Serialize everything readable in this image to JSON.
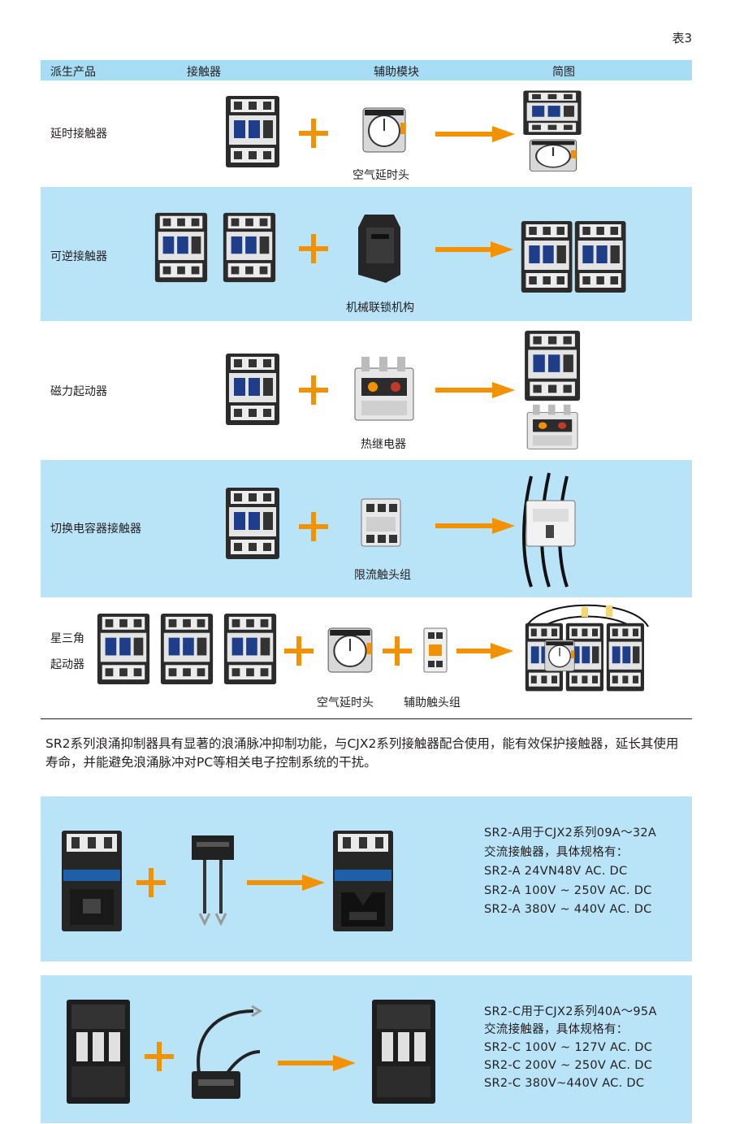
{
  "table_label": "表3",
  "header": {
    "col_product": "派生产品",
    "col_contactor": "接触器",
    "col_module": "辅助模块",
    "col_diagram": "简图"
  },
  "rows": [
    {
      "label": "延时接触器",
      "module_caption": "空气延时头"
    },
    {
      "label": "可逆接触器",
      "module_caption": "机械联锁机构"
    },
    {
      "label": "磁力起动器",
      "module_caption": "热继电器"
    },
    {
      "label": "切换电容器接触器",
      "module_caption": "限流触头组"
    },
    {
      "label_line1": "星三角",
      "label_line2": "起动器",
      "module_caption": "空气延时头",
      "module_caption_2": "辅助触头组"
    }
  ],
  "paragraph": "SR2系列浪涌抑制器具有显著的浪涌脉冲抑制功能，与CJX2系列接触器配合使用，能有效保护接触器，延长其使用寿命，并能避免浪涌脉冲对PC等相关电子控制系统的干扰。",
  "sr2a": {
    "lines": [
      "SR2-A用于CJX2系列09A～32A",
      "交流接触器，具体规格有：",
      "SR2-A 24VN48V AC. DC",
      "SR2-A 100V ~ 250V AC. DC",
      "SR2-A 380V ~ 440V AC. DC"
    ]
  },
  "sr2c": {
    "lines": [
      "SR2-C用于CJX2系列40A～95A",
      "交流接触器，具体规格有：",
      "SR2-C 100V ~ 127V AC. DC",
      "SR2-C 200V ~ 250V AC. DC",
      "SR2-C 380V~440V AC. DC"
    ]
  },
  "colors": {
    "accent_orange": "#f39200",
    "header_blue": "#a6dcf4",
    "band_blue": "#b9e3f7"
  },
  "icons": [
    "contactor-image",
    "timer-head-image",
    "interlock-image",
    "thermal-relay-image",
    "current-limit-contact-image",
    "auxiliary-contact-image",
    "surge-suppressor-image",
    "plus-icon",
    "arrow-right-icon"
  ]
}
